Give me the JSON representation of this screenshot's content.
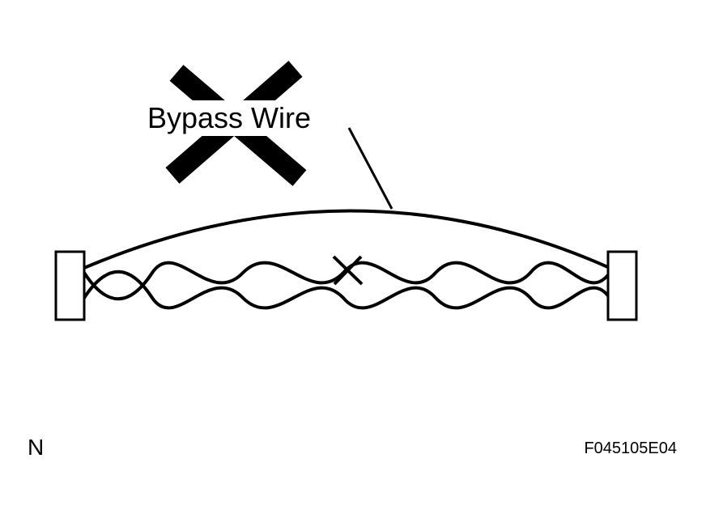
{
  "diagram": {
    "callout_label": "Bypass Wire",
    "corner_left_label": "N",
    "figure_code": "F045105E04",
    "prohibited_symbol": "x-mark-icon",
    "break_symbol": "x-mark-icon"
  },
  "colors": {
    "ink": "#000000",
    "background": "#ffffff"
  }
}
